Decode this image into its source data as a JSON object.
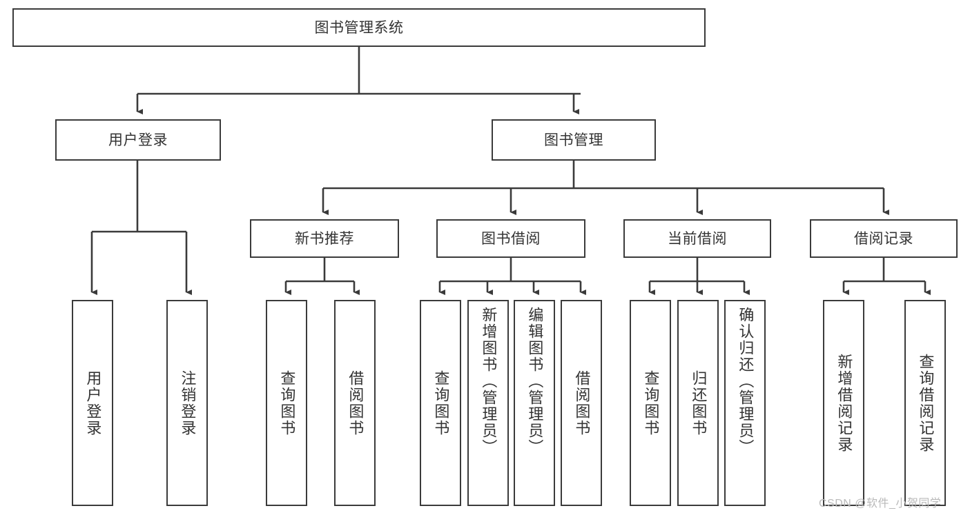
{
  "diagram": {
    "title": "图书管理系统",
    "root": {
      "label": "图书管理系统"
    },
    "level2": [
      {
        "label": "用户登录"
      },
      {
        "label": "图书管理"
      }
    ],
    "level3": [
      {
        "label": "新书推荐"
      },
      {
        "label": "图书借阅"
      },
      {
        "label": "当前借阅"
      },
      {
        "label": "借阅记录"
      }
    ],
    "leaves": {
      "user_login": [
        {
          "label": "用户登录"
        },
        {
          "label": "注销登录"
        }
      ],
      "new_book": [
        {
          "label": "查询图书"
        },
        {
          "label": "借阅图书"
        }
      ],
      "book_borrow": [
        {
          "label": "查询图书"
        },
        {
          "label": "新增图书（管理员）"
        },
        {
          "label": "编辑图书（管理员）"
        },
        {
          "label": "借阅图书"
        }
      ],
      "current_borrow": [
        {
          "label": "查询图书"
        },
        {
          "label": "归还图书"
        },
        {
          "label": "确认归还（管理员）"
        }
      ],
      "borrow_record": [
        {
          "label": "新增借阅记录"
        },
        {
          "label": "查询借阅记录"
        }
      ]
    }
  },
  "watermark": {
    "text": "CSDN @软件_小贺同学"
  },
  "colors": {
    "border": "#3a3a3a",
    "text": "#333333",
    "background": "#ffffff",
    "watermark": "#b9b9b9"
  }
}
